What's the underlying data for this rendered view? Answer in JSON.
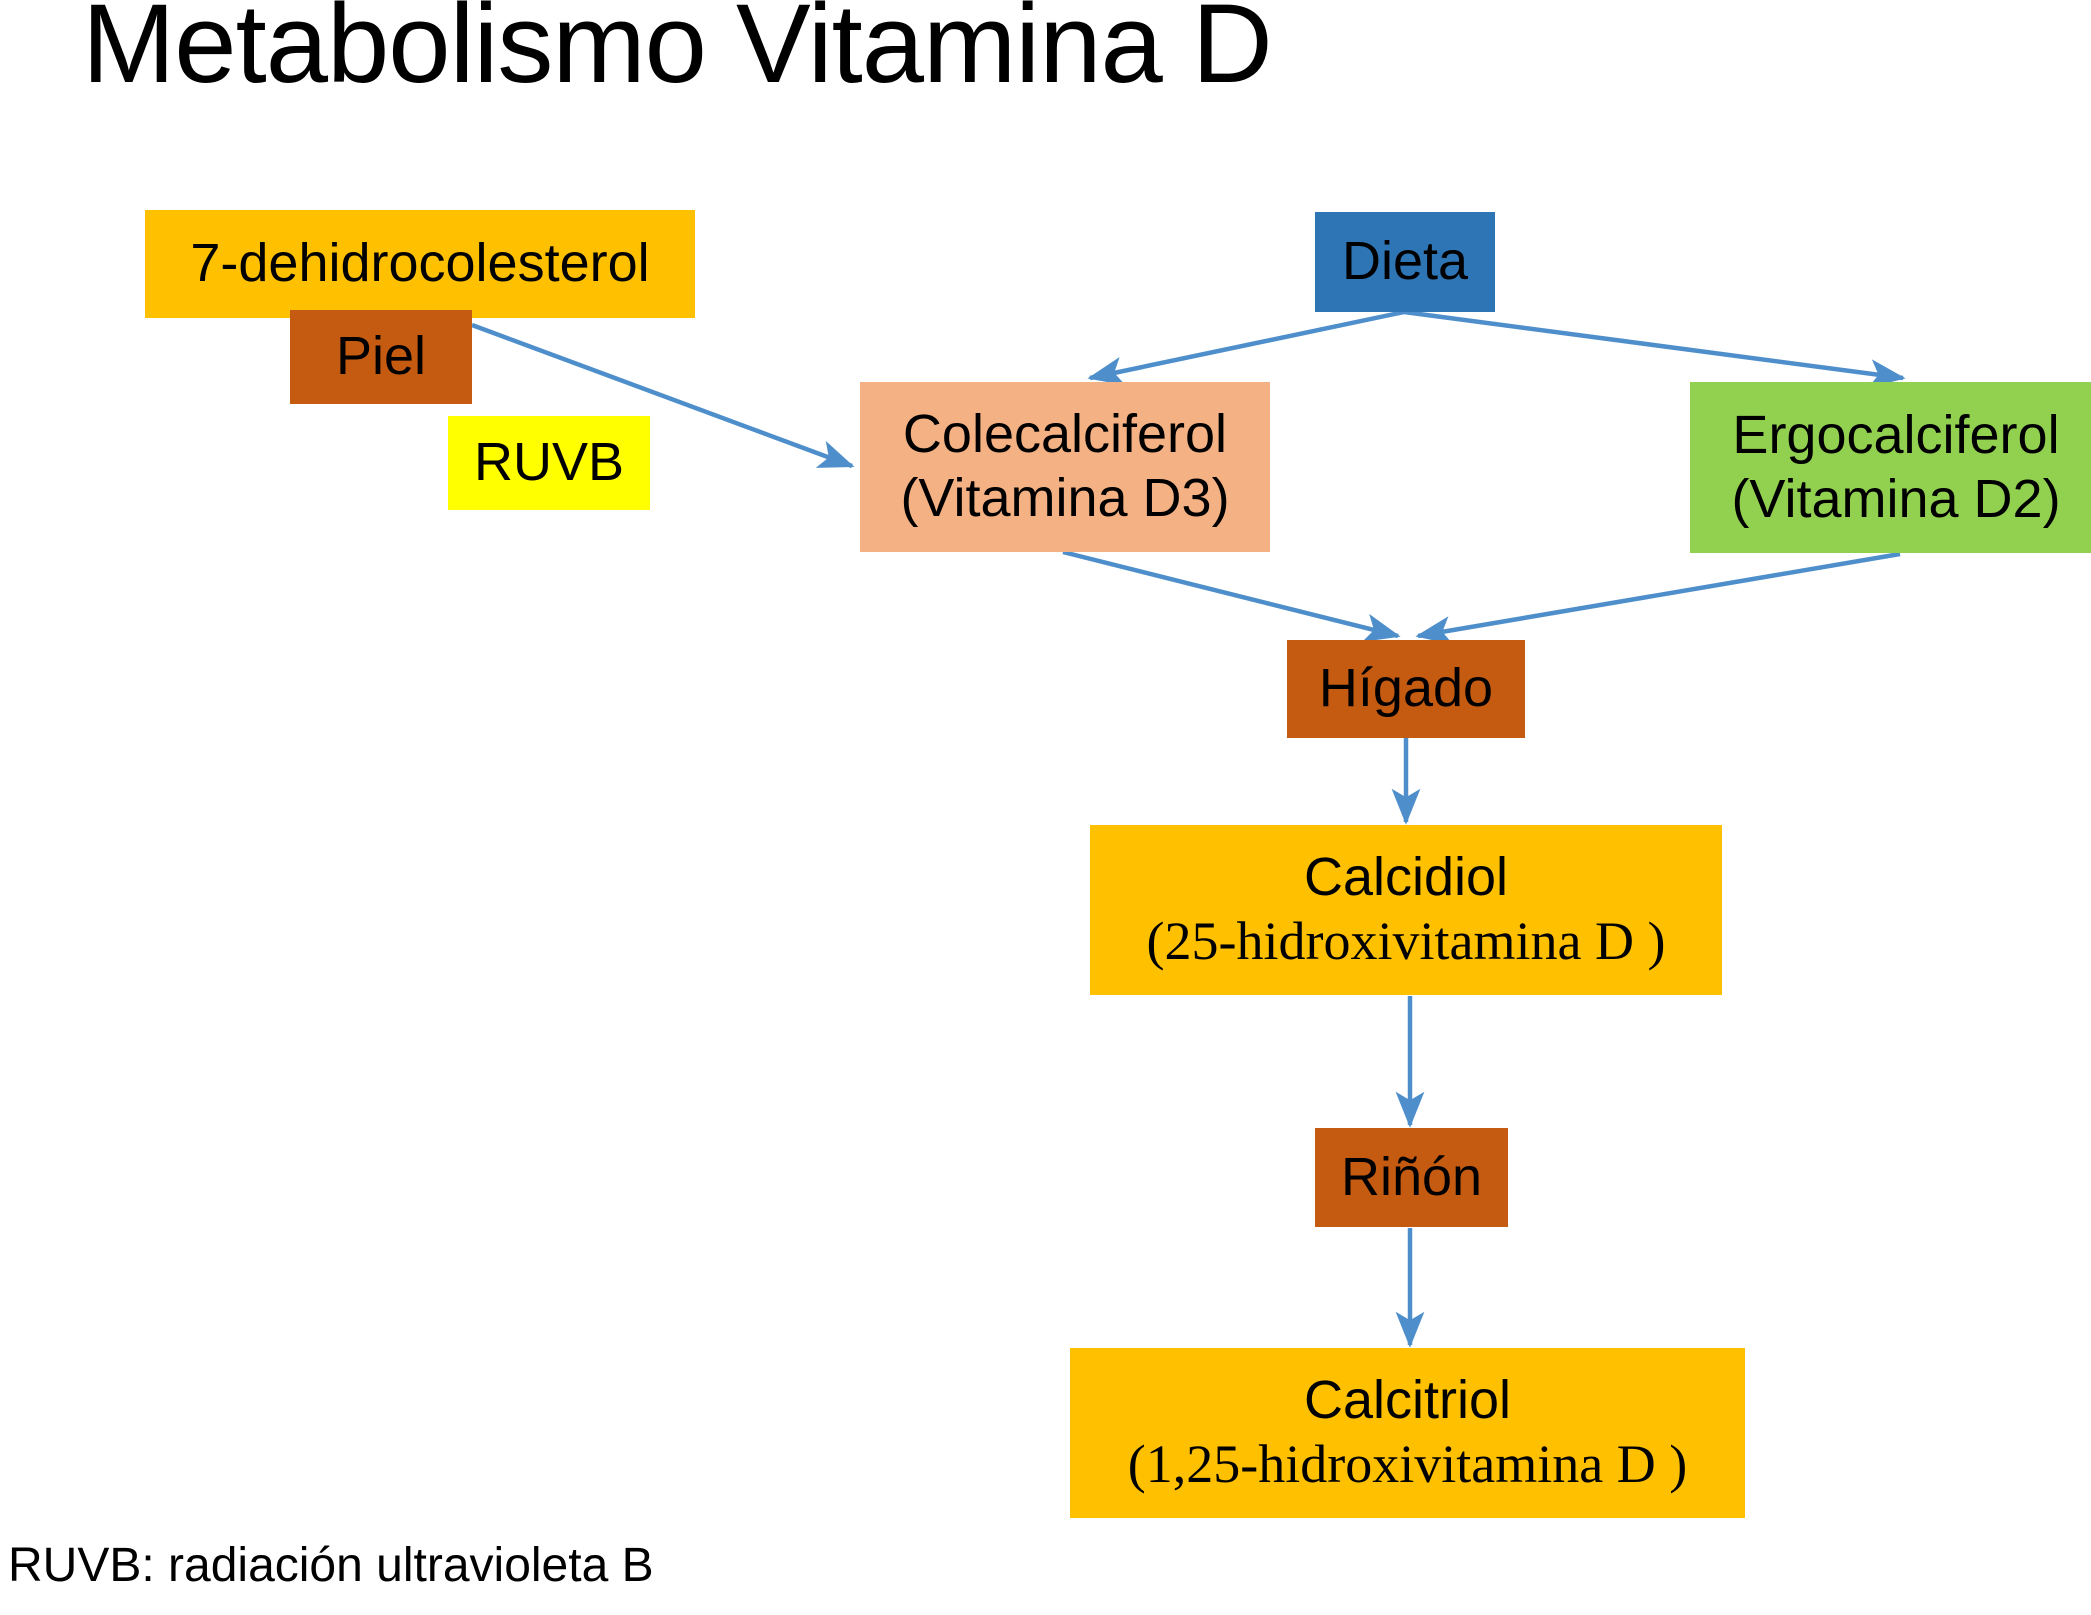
{
  "title": "Metabolismo Vitamina D",
  "footnote": "RUVB: radiación ultravioleta B",
  "colors": {
    "golden": "#FFC000",
    "brown": "#C55A11",
    "yellow": "#FFFF00",
    "blue": "#2E75B6",
    "peach": "#F4B183",
    "green": "#92D050",
    "arrow": "#4E8FCB",
    "text": "#000000",
    "background": "#FFFFFF"
  },
  "nodes": {
    "dehydrocholesterol": {
      "label": "7-dehidrocolesterol"
    },
    "skin": {
      "label": "Piel"
    },
    "ruvb": {
      "label": "RUVB"
    },
    "diet": {
      "label": "Dieta"
    },
    "cholecalciferol": {
      "line1": "Colecalciferol",
      "line2": "(Vitamina D3)"
    },
    "ergocalciferol": {
      "line1": "Ergocalciferol",
      "line2": "(Vitamina D2)"
    },
    "liver": {
      "label": "Hígado"
    },
    "calcidiol": {
      "line1": "Calcidiol",
      "line2": "(25-hidroxivitamina D )"
    },
    "kidney": {
      "label": "Riñón"
    },
    "calcitriol": {
      "line1": "Calcitriol",
      "line2": "(1,25-hidroxivitamina D )"
    }
  },
  "edges": [
    {
      "from": "skin",
      "to": "cholecalciferol"
    },
    {
      "from": "diet",
      "to": "cholecalciferol"
    },
    {
      "from": "diet",
      "to": "ergocalciferol"
    },
    {
      "from": "cholecalciferol",
      "to": "liver"
    },
    {
      "from": "ergocalciferol",
      "to": "liver"
    },
    {
      "from": "liver",
      "to": "calcidiol"
    },
    {
      "from": "calcidiol",
      "to": "kidney"
    },
    {
      "from": "kidney",
      "to": "calcitriol"
    }
  ]
}
